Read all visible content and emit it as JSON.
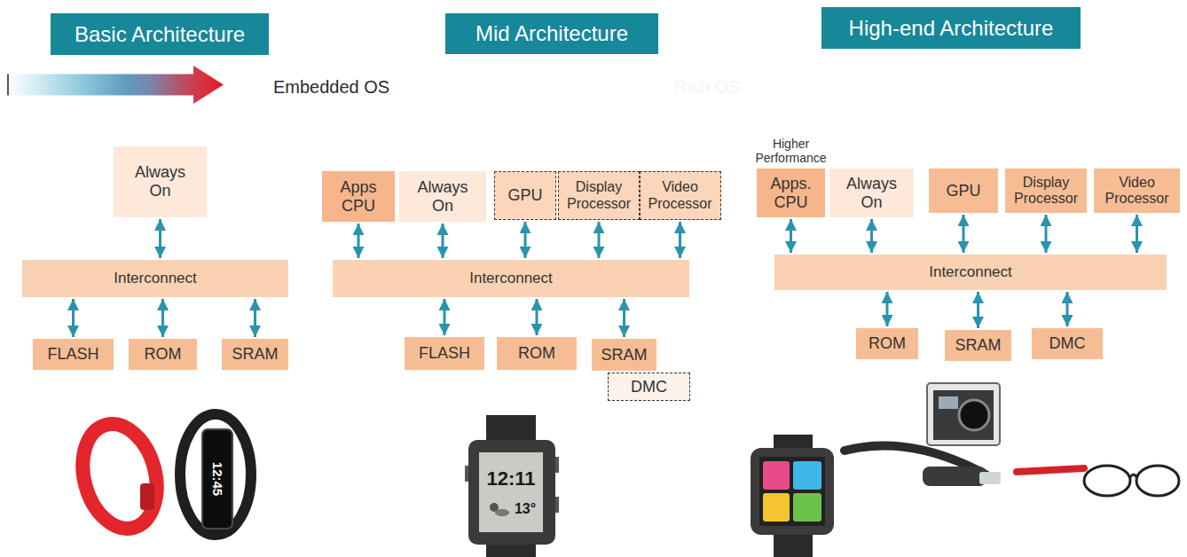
{
  "diagram": {
    "nodes": [
      {
        "text": [
          "Basic Architecture"
        ]
      },
      {
        "text": [
          "Mid Architecture"
        ]
      },
      {
        "text": [
          "High-end Architecture"
        ]
      },
      {
        "text": [
          "Embedded OS",
          "Rich OS"
        ]
      },
      {
        "text": [
          "Always On"
        ]
      },
      {
        "text": [
          "Interconnect"
        ]
      },
      {
        "text": [
          "FLASH"
        ]
      },
      {
        "text": [
          "ROM"
        ]
      },
      {
        "text": [
          "SRAM"
        ]
      },
      {
        "text": [
          "Apps CPU"
        ]
      },
      {
        "text": [
          "Always On"
        ]
      },
      {
        "text": [
          "GPU"
        ]
      },
      {
        "text": [
          "Display Processor"
        ]
      },
      {
        "text": [
          "Video Processor"
        ]
      },
      {
        "text": [
          "Interconnect"
        ]
      },
      {
        "text": [
          "FLASH"
        ]
      },
      {
        "text": [
          "ROM"
        ]
      },
      {
        "text": [
          "SRAM"
        ]
      },
      {
        "text": [
          "DMC"
        ]
      },
      {
        "text": [
          "Higher Performance",
          "Apps. CPU"
        ]
      },
      {
        "text": [
          "Always On"
        ]
      },
      {
        "text": [
          "GPU"
        ]
      },
      {
        "text": [
          "Display Processor"
        ]
      },
      {
        "text": [
          "Video Processor"
        ]
      },
      {
        "text": [
          "Interconnect"
        ]
      },
      {
        "text": [
          "ROM"
        ]
      },
      {
        "text": [
          "SRAM"
        ]
      },
      {
        "text": [
          "DMC"
        ]
      }
    ],
    "edges": [
      {
        "from": 4,
        "to": 5,
        "arrow": "both"
      },
      {
        "from": 5,
        "to": 6,
        "arrow": "both"
      },
      {
        "from": 5,
        "to": 7,
        "arrow": "both"
      },
      {
        "from": 5,
        "to": 8,
        "arrow": "both"
      },
      {
        "from": 9,
        "to": 14,
        "arrow": "both"
      },
      {
        "from": 10,
        "to": 14,
        "arrow": "both"
      },
      {
        "from": 11,
        "to": 14,
        "arrow": "both"
      },
      {
        "from": 12,
        "to": 14,
        "arrow": "both"
      },
      {
        "from": 13,
        "to": 14,
        "arrow": "both"
      },
      {
        "from": 14,
        "to": 15,
        "arrow": "both"
      },
      {
        "from": 14,
        "to": 16,
        "arrow": "both"
      },
      {
        "from": 14,
        "to": 17,
        "arrow": "both"
      },
      {
        "from": 19,
        "to": 24,
        "arrow": "both"
      },
      {
        "from": 20,
        "to": 24,
        "arrow": "both"
      },
      {
        "from": 21,
        "to": 24,
        "arrow": "both"
      },
      {
        "from": 22,
        "to": 24,
        "arrow": "both"
      },
      {
        "from": 23,
        "to": 24,
        "arrow": "both"
      },
      {
        "from": 24,
        "to": 25,
        "arrow": "both"
      },
      {
        "from": 24,
        "to": 26,
        "arrow": "both"
      },
      {
        "from": 24,
        "to": 27,
        "arrow": "both"
      }
    ],
    "labels": [
      "12:45",
      "12:11",
      "13°"
    ]
  }
}
